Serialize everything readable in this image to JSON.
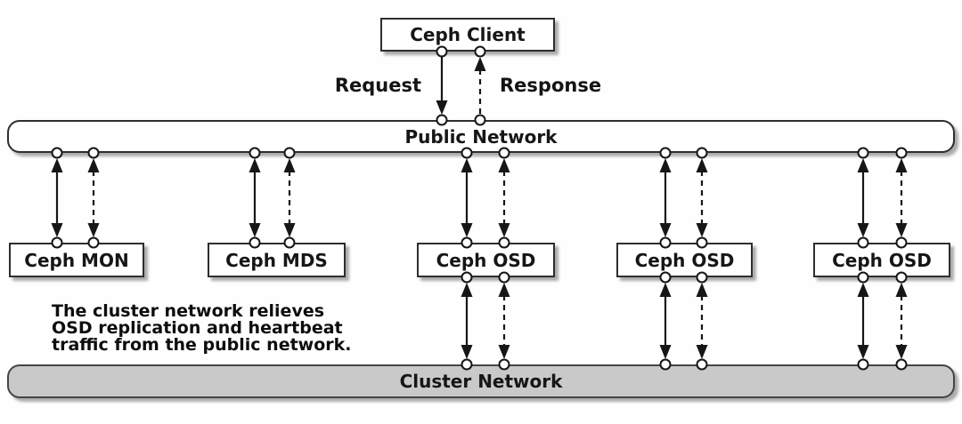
{
  "diagram": {
    "client": {
      "label": "Ceph Client"
    },
    "flow": {
      "request": "Request",
      "response": "Response"
    },
    "networks": {
      "public": {
        "label": "Public Network",
        "fill": "#ffffff"
      },
      "cluster": {
        "label": "Cluster Network",
        "fill": "#c9c9c9"
      }
    },
    "nodes": [
      {
        "id": "ceph-mon",
        "label": "Ceph MON"
      },
      {
        "id": "ceph-mds",
        "label": "Ceph MDS"
      },
      {
        "id": "ceph-osd-1",
        "label": "Ceph OSD"
      },
      {
        "id": "ceph-osd-2",
        "label": "Ceph OSD"
      },
      {
        "id": "ceph-osd-3",
        "label": "Ceph OSD"
      }
    ],
    "annotation": {
      "line1": "The cluster network relieves",
      "line2": "OSD replication and heartbeat",
      "line3": "traffic from the public network."
    },
    "connections": [
      {
        "from": "Ceph Client",
        "to": "Public Network",
        "solid": "Request (down)",
        "dashed": "Response (up)"
      },
      {
        "from": "Public Network",
        "to": "Ceph MON",
        "solid": "bidirectional",
        "dashed": "bidirectional"
      },
      {
        "from": "Public Network",
        "to": "Ceph MDS",
        "solid": "bidirectional",
        "dashed": "bidirectional"
      },
      {
        "from": "Public Network",
        "to": "Ceph OSD (1)",
        "solid": "bidirectional",
        "dashed": "bidirectional"
      },
      {
        "from": "Public Network",
        "to": "Ceph OSD (2)",
        "solid": "bidirectional",
        "dashed": "bidirectional"
      },
      {
        "from": "Public Network",
        "to": "Ceph OSD (3)",
        "solid": "bidirectional",
        "dashed": "bidirectional"
      },
      {
        "from": "Ceph OSD (1)",
        "to": "Cluster Network",
        "solid": "bidirectional",
        "dashed": "bidirectional"
      },
      {
        "from": "Ceph OSD (2)",
        "to": "Cluster Network",
        "solid": "bidirectional",
        "dashed": "bidirectional"
      },
      {
        "from": "Ceph OSD (3)",
        "to": "Cluster Network",
        "solid": "bidirectional",
        "dashed": "bidirectional"
      }
    ],
    "colors": {
      "background": "#fefefe",
      "box_border": "#2e2e2e",
      "cluster_fill": "#c9c9c9",
      "arrow": "#161616"
    }
  }
}
